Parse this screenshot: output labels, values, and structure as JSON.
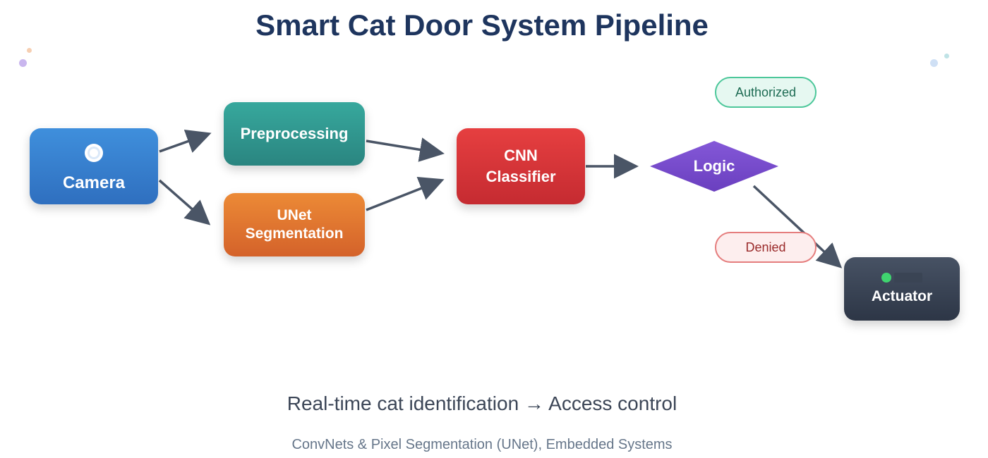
{
  "title": "Smart Cat Door System Pipeline",
  "nodes": {
    "camera": "Camera",
    "preprocessing": "Preprocessing",
    "unet_line1": "UNet",
    "unet_line2": "Segmentation",
    "cnn_line1": "CNN",
    "cnn_line2": "Classifier",
    "logic": "Logic",
    "actuator": "Actuator"
  },
  "outcomes": {
    "authorized": "Authorized",
    "denied": "Denied"
  },
  "subtitle": "Real-time cat identification → Access control",
  "caption": "ConvNets & Pixel Segmentation (UNet), Embedded Systems",
  "colors": {
    "title": "#1e355e",
    "camera": "#3f8fdc",
    "preprocessing": "#37a89d",
    "unet": "#ec8a36",
    "cnn": "#e63f40",
    "logic": "#7a4fcf",
    "actuator": "#3a4454",
    "arrow": "#4a5566",
    "authorized": "#4cc79a",
    "denied": "#e57d7d"
  }
}
